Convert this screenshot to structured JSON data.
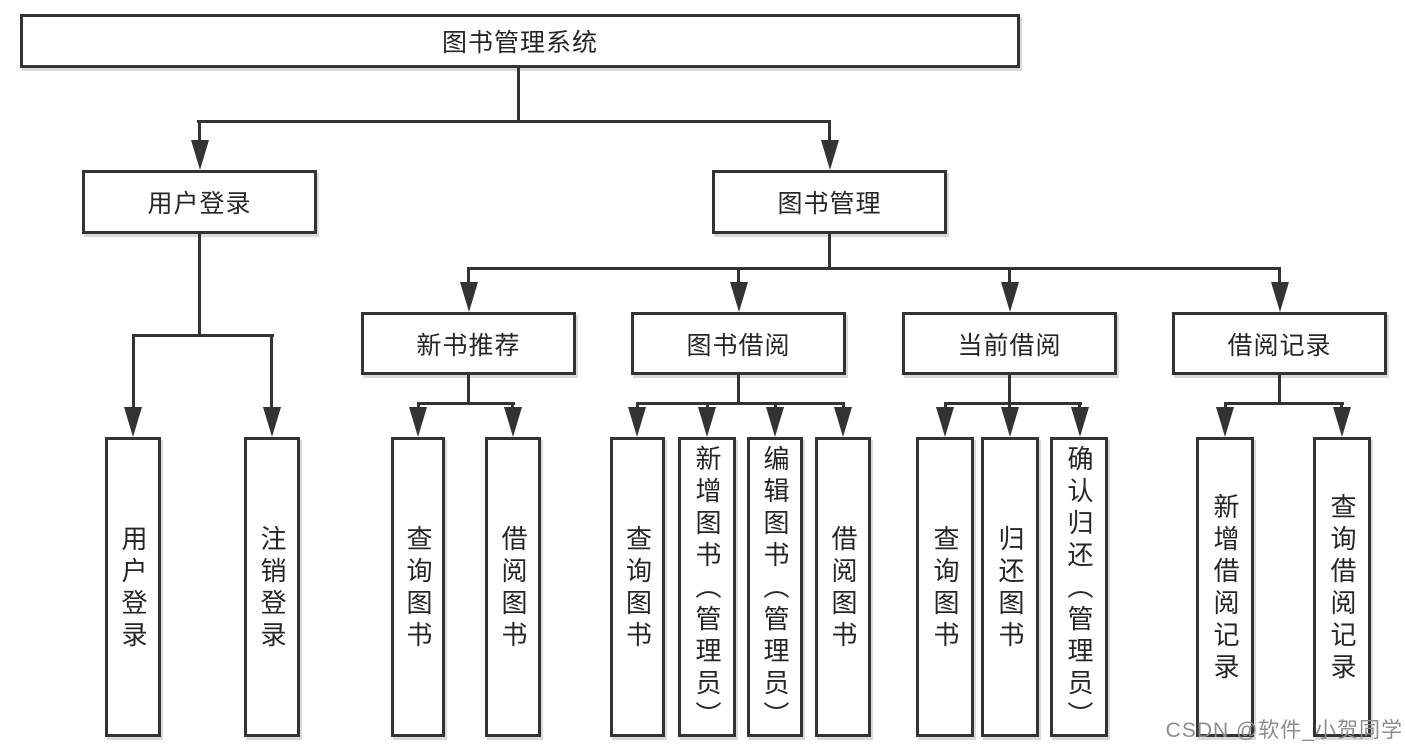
{
  "diagram_title": "图书管理系统",
  "tree": {
    "root": {
      "label": "图书管理系统"
    },
    "branches": [
      {
        "label": "用户登录",
        "children": [
          {
            "label": "用户登录"
          },
          {
            "label": "注销登录"
          }
        ]
      },
      {
        "label": "图书管理",
        "children": [
          {
            "label": "新书推荐",
            "children": [
              {
                "label": "查询图书"
              },
              {
                "label": "借阅图书"
              }
            ]
          },
          {
            "label": "图书借阅",
            "children": [
              {
                "label": "查询图书"
              },
              {
                "label": "新增图书（管理员）"
              },
              {
                "label": "编辑图书（管理员）"
              },
              {
                "label": "借阅图书"
              }
            ]
          },
          {
            "label": "当前借阅",
            "children": [
              {
                "label": "查询图书"
              },
              {
                "label": "归还图书"
              },
              {
                "label": "确认归还（管理员）"
              }
            ]
          },
          {
            "label": "借阅记录",
            "children": [
              {
                "label": "新增借阅记录"
              },
              {
                "label": "查询借阅记录"
              }
            ]
          }
        ]
      }
    ]
  },
  "watermark": {
    "text": "CSDN @软件_小贺同学"
  },
  "colors": {
    "line": "#333333",
    "text": "#262626",
    "watermark": "#8c8c8c",
    "background": "#ffffff"
  }
}
